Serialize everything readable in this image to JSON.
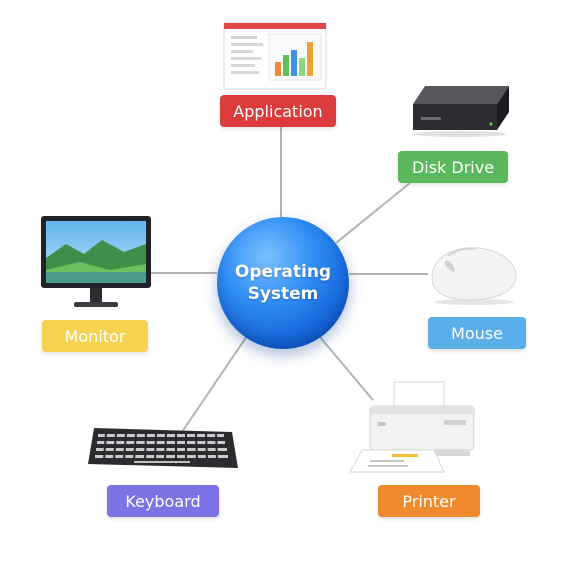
{
  "center": {
    "label": "Operating System"
  },
  "nodes": [
    {
      "id": "application",
      "label": "Application",
      "color": "#dc3b3b",
      "icon": "application-window-icon"
    },
    {
      "id": "disk-drive",
      "label": "Disk Drive",
      "color": "#5cb85c",
      "icon": "disk-drive-icon"
    },
    {
      "id": "mouse",
      "label": "Mouse",
      "color": "#5aaeea",
      "icon": "mouse-icon"
    },
    {
      "id": "printer",
      "label": "Printer",
      "color": "#ef8a2e",
      "icon": "printer-icon"
    },
    {
      "id": "keyboard",
      "label": "Keyboard",
      "color": "#7b73e6",
      "icon": "keyboard-icon"
    },
    {
      "id": "monitor",
      "label": "Monitor",
      "color": "#f4d24f",
      "icon": "monitor-icon"
    }
  ]
}
